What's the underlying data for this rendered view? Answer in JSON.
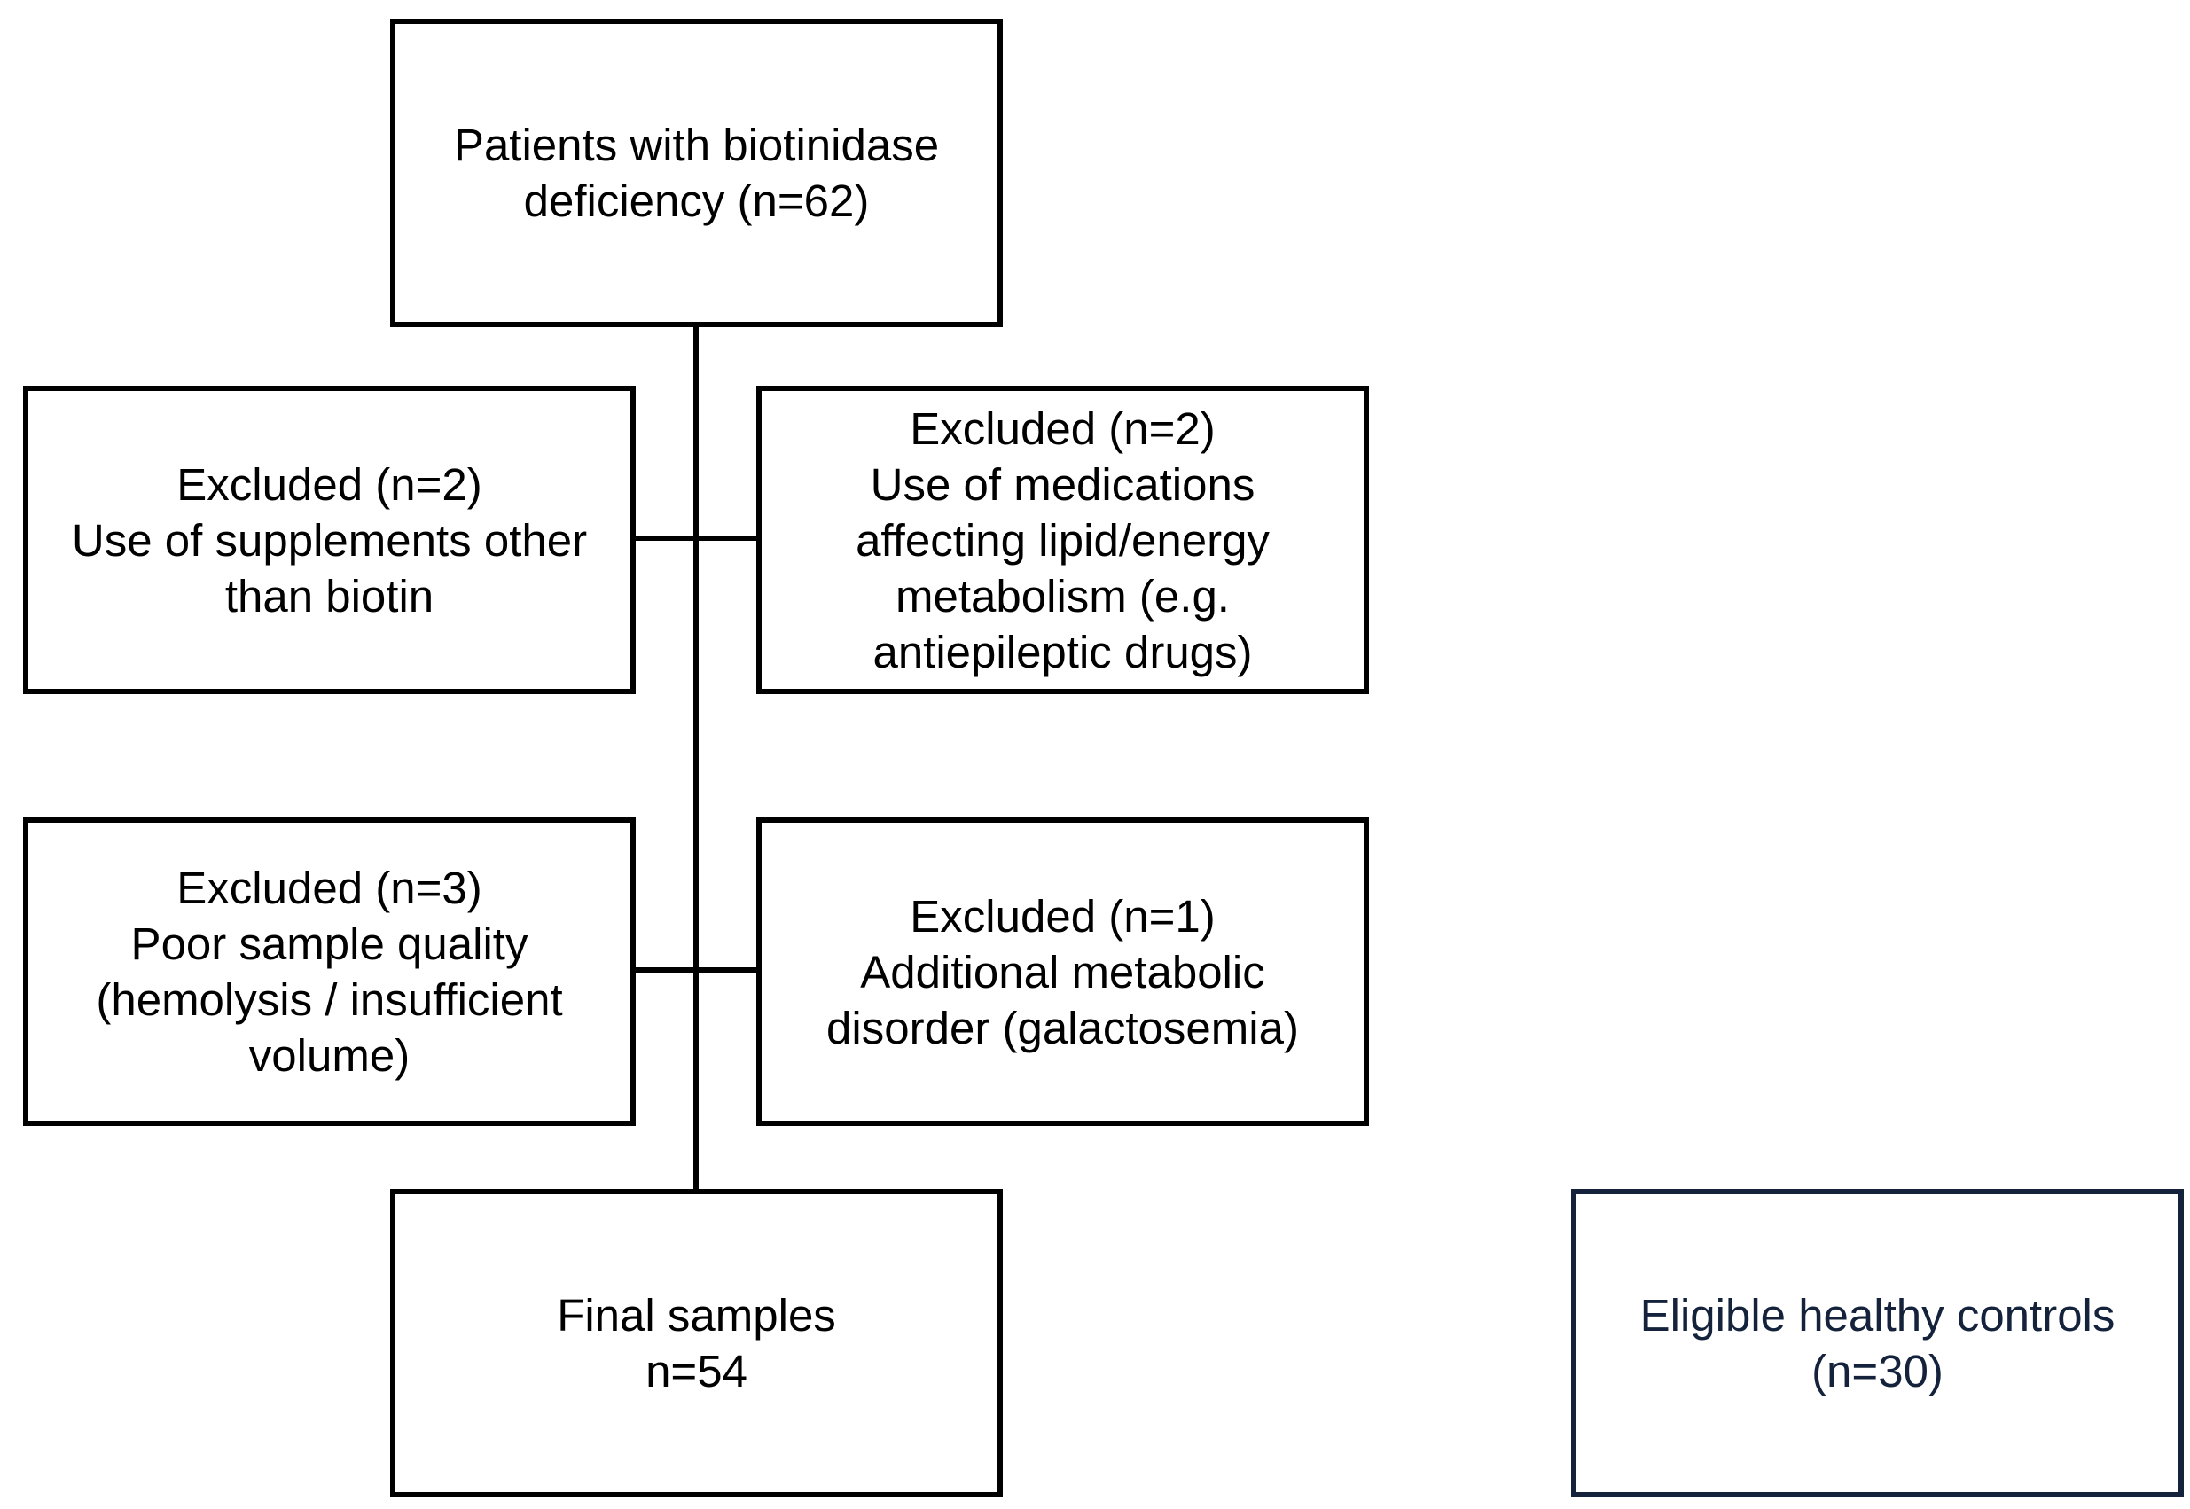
{
  "colors": {
    "border": "#000000",
    "text": "#000000",
    "controls_accent": "#14233b",
    "background": "#ffffff"
  },
  "boxes": {
    "patients": {
      "lines": [
        "Patients with biotinidase",
        "deficiency (n=62)"
      ]
    },
    "excluded_supplements": {
      "lines": [
        "Excluded (n=2)",
        "Use of supplements other",
        "than biotin"
      ]
    },
    "excluded_medications": {
      "lines": [
        "Excluded (n=2)",
        "Use of medications",
        "affecting lipid/energy",
        "metabolism (e.g.",
        "antiepileptic drugs)"
      ]
    },
    "excluded_sample_quality": {
      "lines": [
        "Excluded (n=3)",
        "Poor sample quality",
        "(hemolysis / insufficient",
        "volume)"
      ]
    },
    "excluded_metabolic": {
      "lines": [
        "Excluded (n=1)",
        "Additional metabolic",
        "disorder (galactosemia)"
      ]
    },
    "final_samples": {
      "lines": [
        "Final samples",
        "n=54"
      ]
    },
    "healthy_controls": {
      "lines": [
        "Eligible healthy controls",
        "(n=30)"
      ]
    }
  }
}
